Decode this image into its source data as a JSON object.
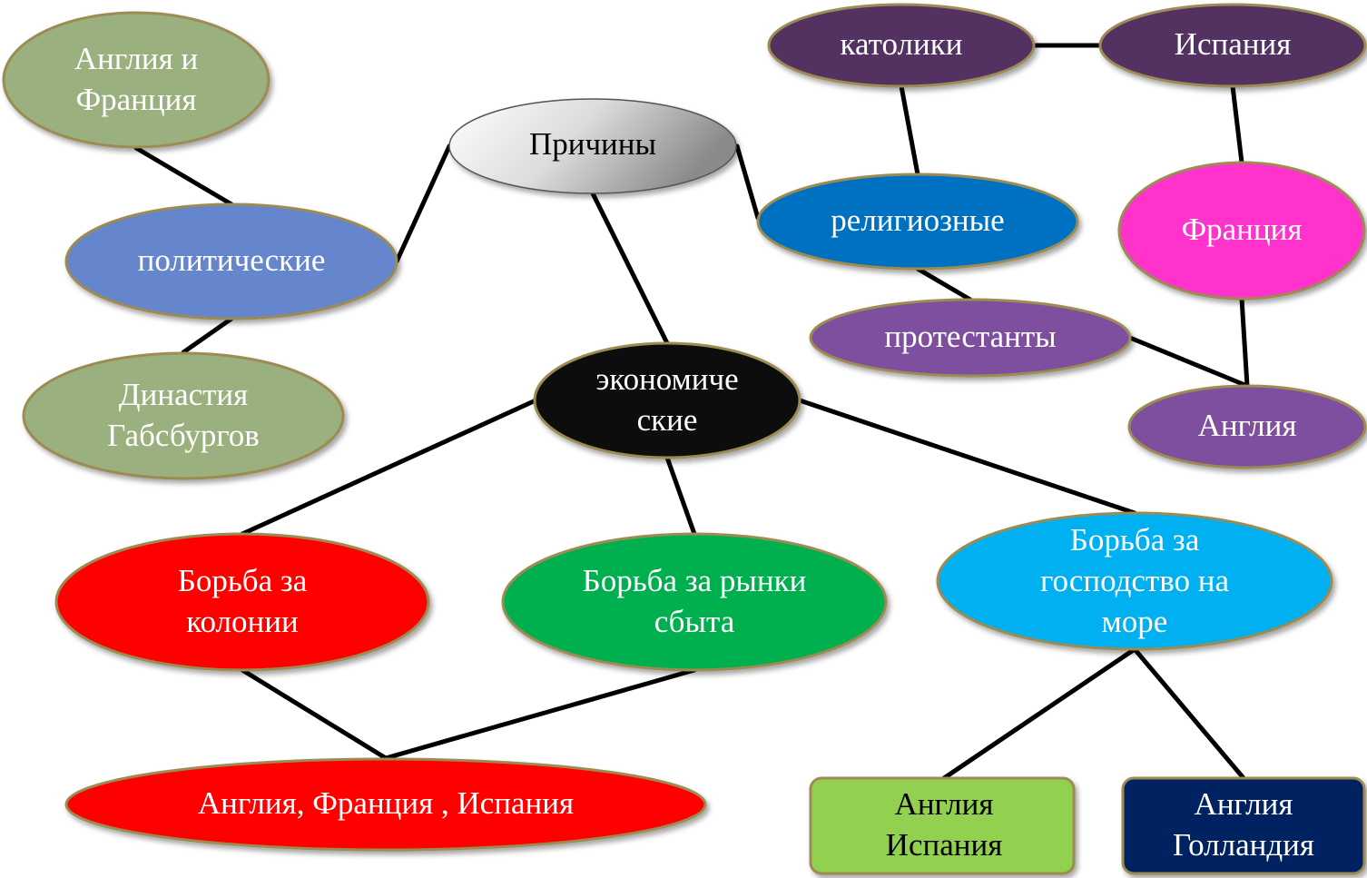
{
  "nodes": {
    "anglia_francia": [
      "Англия и",
      "Франция"
    ],
    "politicheskie": "политические",
    "dinastia": [
      "Династия",
      "Габсбургов"
    ],
    "prichiny": "Причины",
    "katoliki": "католики",
    "ispania": "Испания",
    "religioznye": "религиозные",
    "francia": "Франция",
    "protestanty": "протестанты",
    "anglia": "Англия",
    "ekonomicheskie": [
      "экономиче",
      "ские"
    ],
    "kolonii": [
      "Борьба за",
      "колонии"
    ],
    "rynki": [
      "Борьба за рынки",
      "сбыта"
    ],
    "more": [
      "Борьба за",
      "господство на",
      "море"
    ],
    "afi": "Англия, Франция , Испания",
    "anglia_ispania": [
      "Англия",
      "Испания"
    ],
    "anglia_gollandia": [
      "Англия",
      "Голландия"
    ]
  },
  "colors": {
    "olive": "#9bb07f",
    "blue": "#6585cc",
    "plum": "#523062",
    "religious": "#0070c0",
    "pink": "#ff33cc",
    "purple": "#7f4f9f",
    "black": "#111111",
    "red": "#ff0000",
    "green": "#00b050",
    "cyan": "#00b0f0",
    "lime": "#92d050",
    "navy": "#002060"
  }
}
